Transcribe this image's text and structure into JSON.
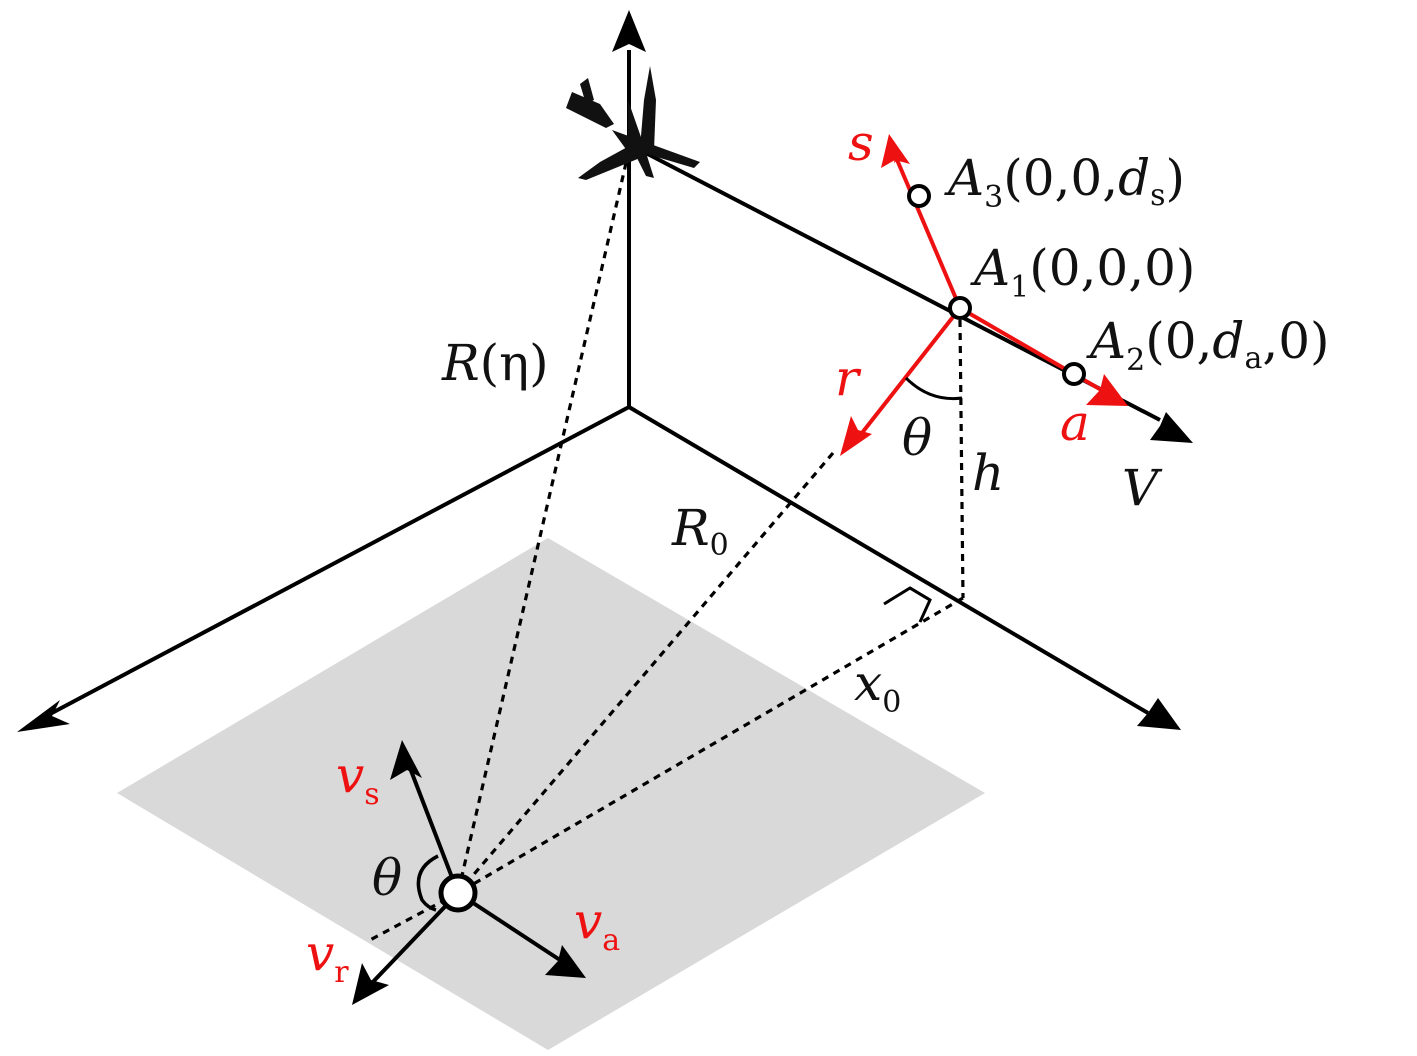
{
  "colors": {
    "axis": "#000000",
    "antenna_frame": "#ee1111",
    "ground_patch": "#d9d9d9",
    "label_black": "#111111",
    "label_red": "#ee1111"
  },
  "icons": {
    "aircraft": "airplane-silhouette-icon"
  },
  "labels": {
    "slant_range_fn": {
      "main": "R",
      "rest": "(η)"
    },
    "closest_range": {
      "main": "R",
      "sub": "0"
    },
    "ground_offset": {
      "main": "x",
      "sub": "0"
    },
    "height": "h",
    "velocity": "V",
    "look_angle_air": "θ",
    "look_angle_ground": "θ",
    "axis_s": "s",
    "axis_r": "r",
    "axis_a": "a",
    "antenna_1": {
      "main": "A",
      "sub": "1",
      "rest": "(0,0,0)"
    },
    "antenna_2": {
      "main": "A",
      "sub": "2",
      "pre": "(0,",
      "d": "d",
      "dsub": "a",
      "post": ",0)"
    },
    "antenna_3": {
      "main": "A",
      "sub": "3",
      "pre": "(0,0,",
      "d": "d",
      "dsub": "s",
      "post": ")"
    },
    "vel_s": {
      "main": "v",
      "sub": "s"
    },
    "vel_a": {
      "main": "v",
      "sub": "a"
    },
    "vel_r": {
      "main": "v",
      "sub": "r"
    }
  }
}
